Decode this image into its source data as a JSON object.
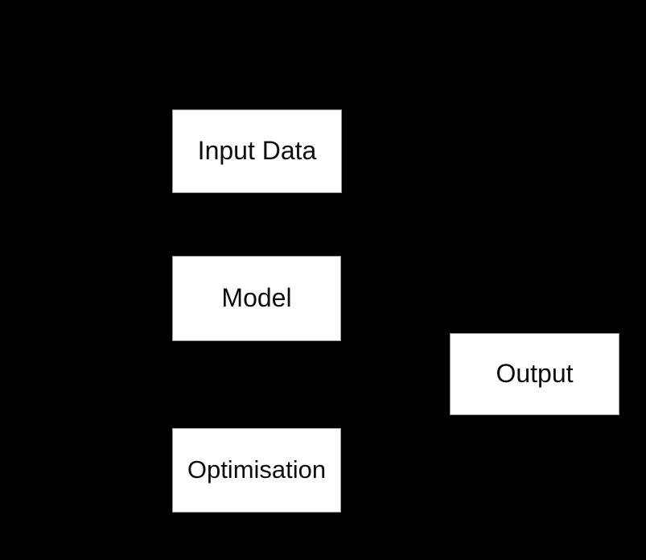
{
  "diagram": {
    "background_color": "#000000",
    "node_fill_color": "#ffffff",
    "node_border_color": "#9a9a9a",
    "text_color": "#0d0d0d",
    "nodes": [
      {
        "id": "input-data",
        "label": "Input Data"
      },
      {
        "id": "model",
        "label": "Model"
      },
      {
        "id": "optimisation",
        "label": "Optimisation"
      },
      {
        "id": "output",
        "label": "Output"
      }
    ]
  }
}
